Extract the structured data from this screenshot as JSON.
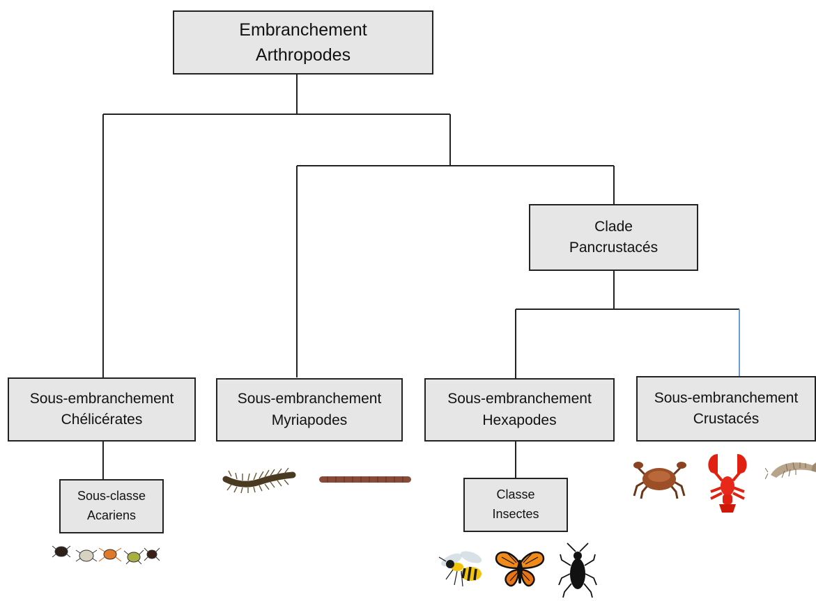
{
  "root": {
    "line1": "Embranchement",
    "line2": "Arthropodes"
  },
  "clade": {
    "line1": "Clade",
    "line2": "Pancrustacés"
  },
  "chelicerates": {
    "line1": "Sous-embranchement",
    "line2": "Chélicérates"
  },
  "myriapodes": {
    "line1": "Sous-embranchement",
    "line2": "Myriapodes"
  },
  "hexapodes": {
    "line1": "Sous-embranchement",
    "line2": "Hexapodes"
  },
  "crustaces": {
    "line1": "Sous-embranchement",
    "line2": "Crustacés"
  },
  "acariens": {
    "line1": "Sous-classe",
    "line2": "Acariens"
  },
  "insectes": {
    "line1": "Classe",
    "line2": "Insectes"
  },
  "colors": {
    "box_fill": "#e6e6e6",
    "line": "#222222",
    "crustace_link": "#6a9fd4"
  },
  "illustrations": [
    "mite-icons",
    "centipede-icon",
    "millipede-icon",
    "wasp-icon",
    "butterfly-icon",
    "bug-icon",
    "crab-icon",
    "lobster-icon",
    "shrimp-icon"
  ]
}
